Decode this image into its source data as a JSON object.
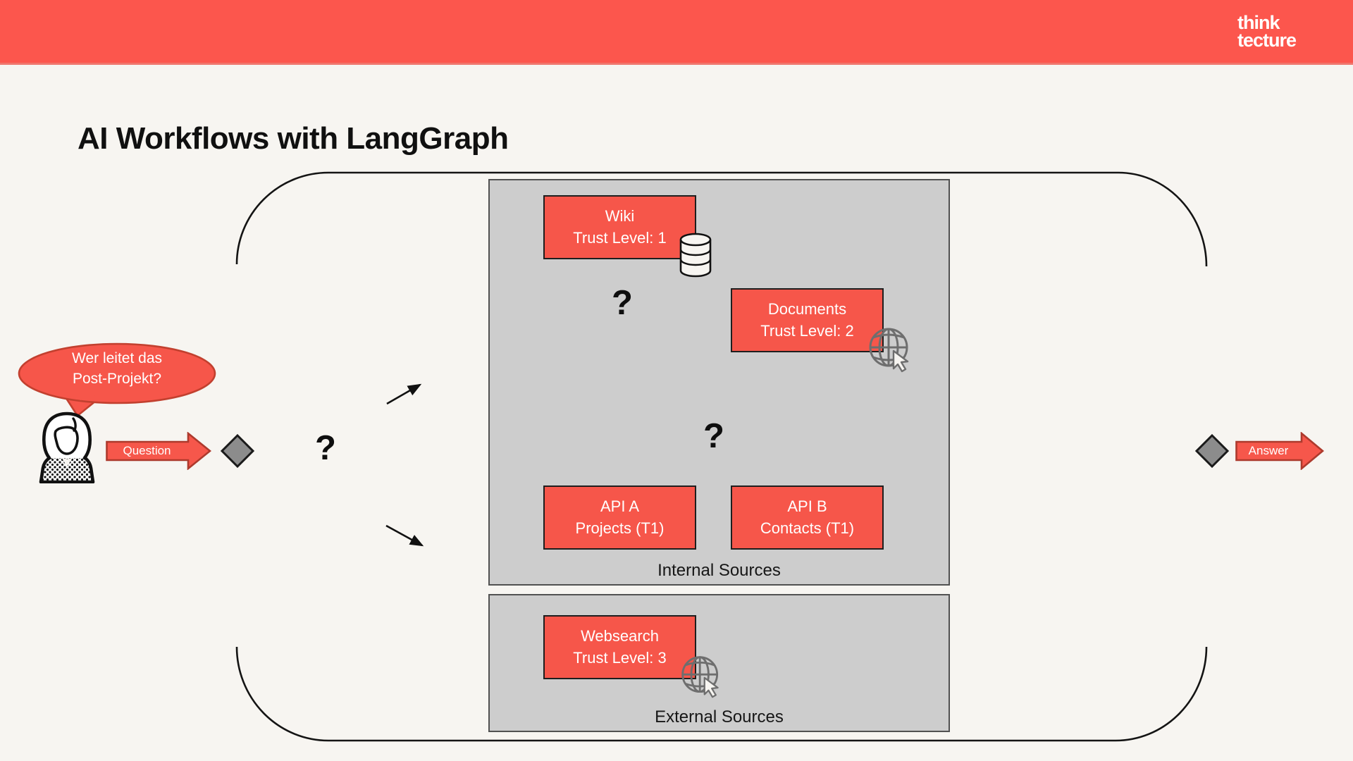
{
  "header": {
    "logo_line1": "think",
    "logo_line2": "tecture"
  },
  "title": "AI Workflows with LangGraph",
  "actors": {
    "question_bubble": {
      "line1": "Wer leitet das",
      "line2": "Post-Projekt?"
    },
    "question_arrow_label": "Question",
    "answer_arrow_label": "Answer"
  },
  "ui": {
    "question_mark": "?"
  },
  "groups": {
    "internal": {
      "label": "Internal Sources"
    },
    "external": {
      "label": "External Sources"
    }
  },
  "nodes": {
    "wiki": {
      "line1": "Wiki",
      "line2": "Trust Level: 1"
    },
    "documents": {
      "line1": "Documents",
      "line2": "Trust Level: 2"
    },
    "api_a": {
      "line1": "API A",
      "line2": "Projects (T1)"
    },
    "api_b": {
      "line1": "API B",
      "line2": "Contacts (T1)"
    },
    "websearch": {
      "line1": "Websearch",
      "line2": "Trust Level: 3"
    }
  },
  "icons": {
    "wiki_source": "database-icon",
    "documents_source": "globe-cursor-icon",
    "websearch_source": "globe-cursor-icon",
    "user": "person-icon",
    "decision": "diamond-icon"
  },
  "colors": {
    "header_red": "#FC564D",
    "node_red": "#F6564A",
    "red_border_dark": "#AD3A2D",
    "node_border": "#1E1E1E",
    "panel_gray": "#CDCDCD",
    "panel_border": "#515151",
    "diamond_gray": "#8C8C8C",
    "background": "#F7F5F1",
    "outline_black": "#141414",
    "globe_gray": "#6E6E6E"
  }
}
